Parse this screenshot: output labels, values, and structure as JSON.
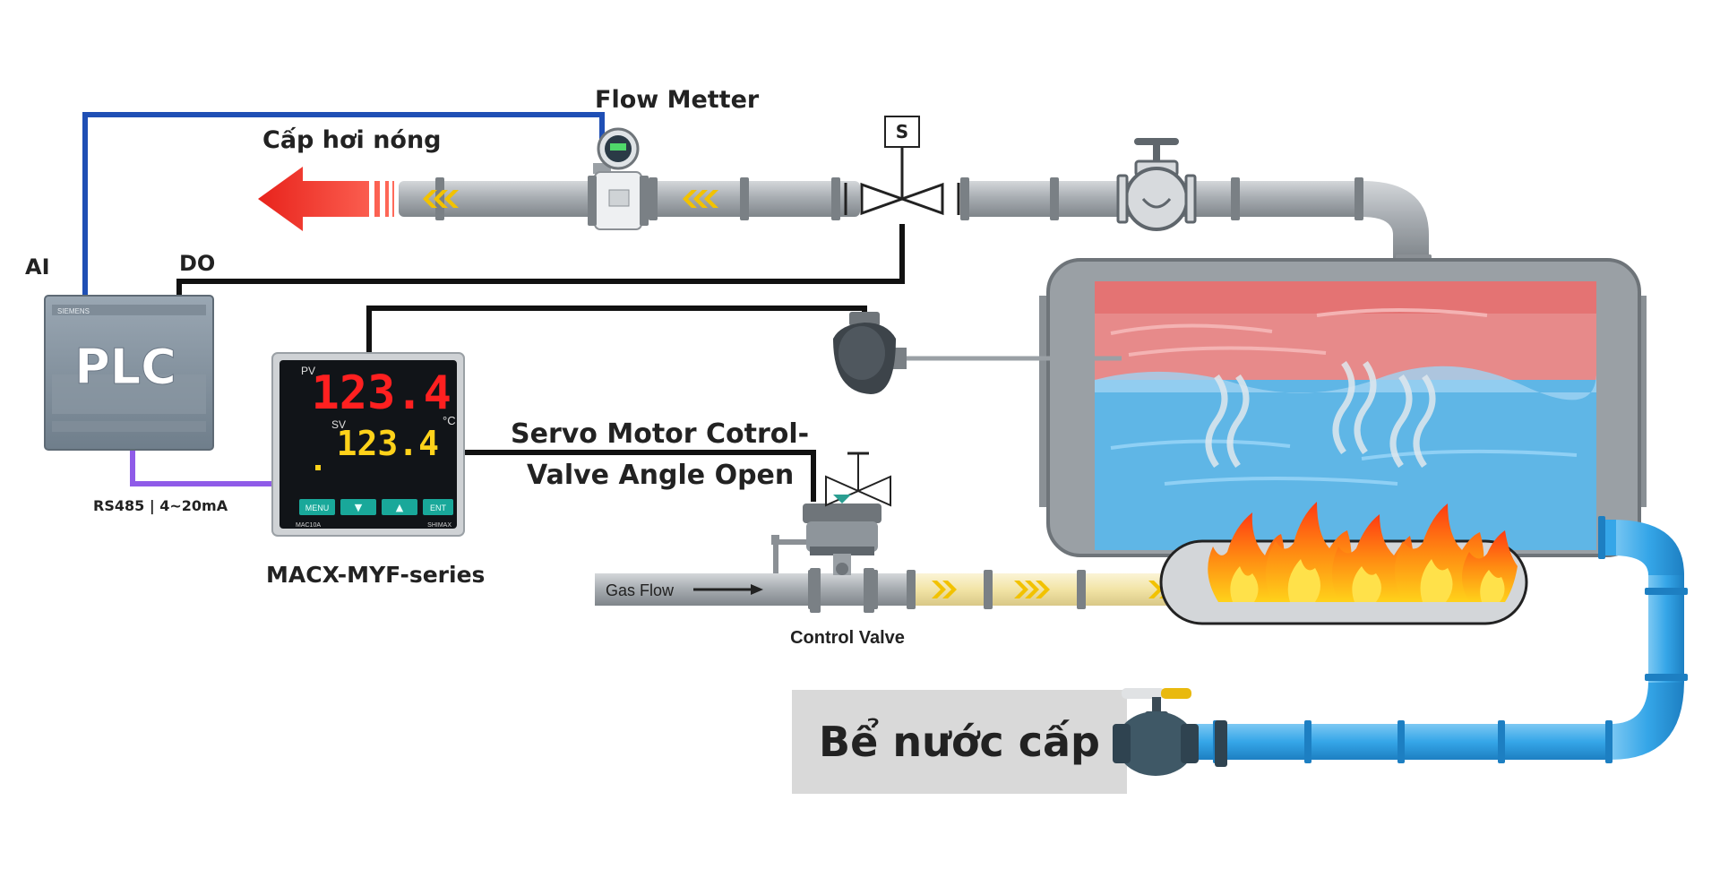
{
  "labels": {
    "flow_meter": "Flow Metter",
    "hot_steam": "Cấp hơi nóng",
    "solenoid": "S",
    "ai": "AI",
    "do": "DO",
    "plc": "PLC",
    "plc_brand": "SIEMENS",
    "comm": "RS485 | 4~20mA",
    "controller_model": "MACX-MYF-series",
    "servo_line1": "Servo Motor Cotrol-",
    "servo_line2": "Valve Angle Open",
    "gas_flow": "Gas Flow",
    "control_valve": "Control Valve",
    "feed_tank": "Bể nước cấp"
  },
  "controller": {
    "pv_label": "PV",
    "sv_label": "SV",
    "pv_value": "123.4",
    "sv_value": "123.4",
    "unit": "°C",
    "model_tag": "MAC10A",
    "brand_tag": "SHIMAX",
    "buttons": [
      "MENU",
      "▼",
      "▲",
      "ENT"
    ]
  },
  "colors": {
    "ai_wire": "#1f4fb5",
    "do_wire": "#111111",
    "comm_wire": "#8f5be8",
    "steam_arrow": "#e8231c",
    "water_pipe": "#35a6e8",
    "steam_pipe": "#9ea3a8",
    "pv_digits": "#ff2020",
    "sv_digits": "#ffd21a"
  }
}
